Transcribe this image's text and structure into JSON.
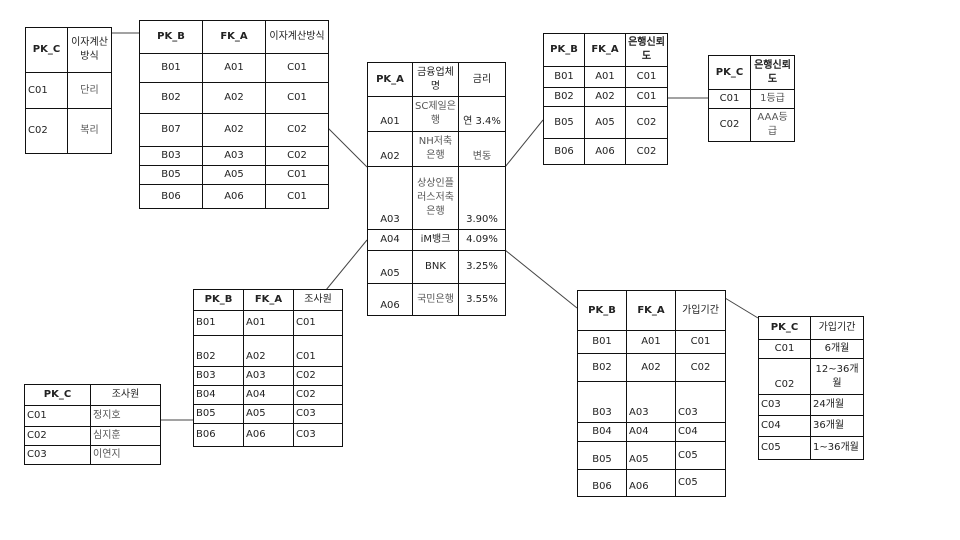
{
  "tables": {
    "rate_method_code": {
      "headers": [
        "PK_C",
        "이자계산방식"
      ],
      "rows": [
        [
          "C01",
          "단리"
        ],
        [
          "C02",
          "복리"
        ]
      ]
    },
    "rate_method_map": {
      "headers": [
        "PK_B",
        "FK_A",
        "이자계산방식"
      ],
      "rows": [
        [
          "B01",
          "A01",
          "C01"
        ],
        [
          "B02",
          "A02",
          "C01"
        ],
        [
          "B07",
          "A02",
          "C02"
        ],
        [
          "B03",
          "A03",
          "C02"
        ],
        [
          "B05",
          "A05",
          "C01"
        ],
        [
          "B06",
          "A06",
          "C01"
        ]
      ]
    },
    "institution": {
      "headers": [
        "PK_A",
        "금융업체명",
        "금리"
      ],
      "rows": [
        [
          "A01",
          "SC제일은행",
          "연 3.4%"
        ],
        [
          "A02",
          "NH저축은행",
          "변동"
        ],
        [
          "A03",
          "상상인플러스저축은행",
          "3.90%"
        ],
        [
          "A04",
          "iM뱅크",
          "4.09%"
        ],
        [
          "A05",
          "BNK",
          "3.25%"
        ],
        [
          "A06",
          "국민은행",
          "3.55%"
        ]
      ]
    },
    "trust_map": {
      "headers": [
        "PK_B",
        "FK_A",
        "은행신뢰도"
      ],
      "rows": [
        [
          "B01",
          "A01",
          "C01"
        ],
        [
          "B02",
          "A02",
          "C01"
        ],
        [
          "B05",
          "A05",
          "C02"
        ],
        [
          "B06",
          "A06",
          "C02"
        ]
      ]
    },
    "trust_code": {
      "headers": [
        "PK_C",
        "은행신뢰도"
      ],
      "rows": [
        [
          "C01",
          "1등급"
        ],
        [
          "C02",
          "AAA등급"
        ]
      ]
    },
    "surveyor_map": {
      "headers": [
        "PK_B",
        "FK_A",
        "조사원"
      ],
      "rows": [
        [
          "B01",
          "A01",
          "C01"
        ],
        [
          "B02",
          "A02",
          "C01"
        ],
        [
          "B03",
          "A03",
          "C02"
        ],
        [
          "B04",
          "A04",
          "C02"
        ],
        [
          "B05",
          "A05",
          "C03"
        ],
        [
          "B06",
          "A06",
          "C03"
        ]
      ]
    },
    "surveyor_code": {
      "headers": [
        "PK_C",
        "조사원"
      ],
      "rows": [
        [
          "C01",
          "정지호"
        ],
        [
          "C02",
          "심지훈"
        ],
        [
          "C03",
          "이연지"
        ]
      ]
    },
    "period_map": {
      "headers": [
        "PK_B",
        "FK_A",
        "가입기간"
      ],
      "rows": [
        [
          "B01",
          "A01",
          "C01"
        ],
        [
          "B02",
          "A02",
          "C02"
        ],
        [
          "B03",
          "A03",
          "C03"
        ],
        [
          "B04",
          "A04",
          "C04"
        ],
        [
          "B05",
          "A05",
          "C05"
        ],
        [
          "B06",
          "A06",
          "C05"
        ]
      ]
    },
    "period_code": {
      "headers": [
        "PK_C",
        "가입기간"
      ],
      "rows": [
        [
          "C01",
          "6개월"
        ],
        [
          "C02",
          "12~36개월"
        ],
        [
          "C03",
          "24개월"
        ],
        [
          "C04",
          "36개월"
        ],
        [
          "C05",
          "1~36개월"
        ]
      ]
    }
  }
}
